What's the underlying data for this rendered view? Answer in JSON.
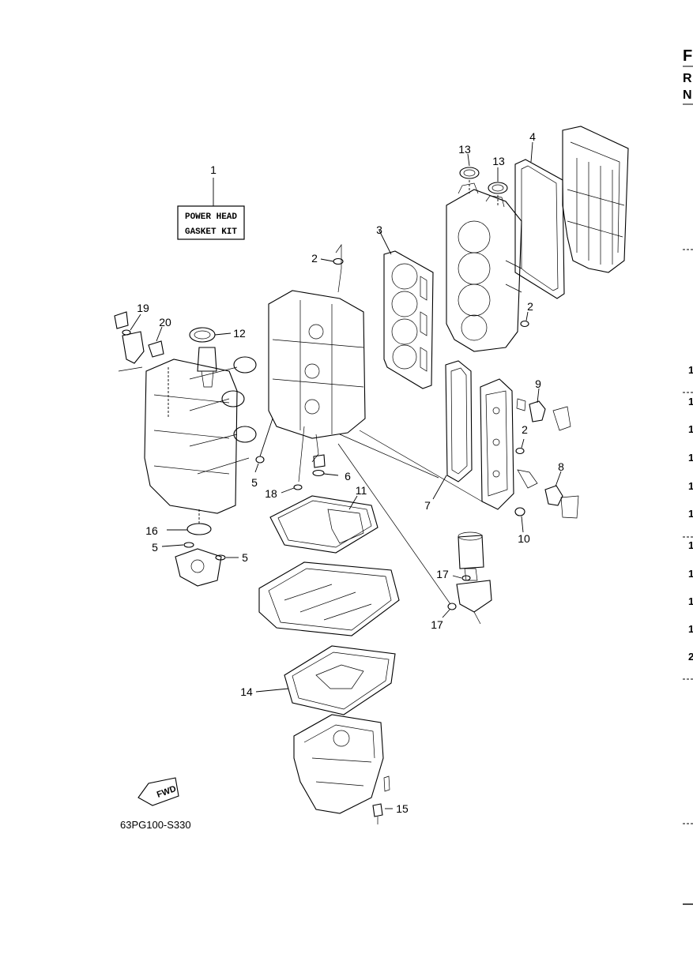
{
  "kit_box": {
    "line1": "POWER HEAD",
    "line2": "GASKET KIT"
  },
  "diagram_code": "63PG100-S330",
  "fwd_label": "FWD",
  "edge_text": [
    "F",
    "R",
    "N"
  ],
  "edge_numbers": [
    "1",
    "1",
    "1",
    "1",
    "1",
    "1",
    "1",
    "1",
    "1",
    "1",
    "2"
  ],
  "callouts": [
    {
      "id": "c1",
      "label": "1"
    },
    {
      "id": "c2a",
      "label": "2"
    },
    {
      "id": "c2b",
      "label": "2"
    },
    {
      "id": "c2c",
      "label": "2"
    },
    {
      "id": "c3",
      "label": "3"
    },
    {
      "id": "c4",
      "label": "4"
    },
    {
      "id": "c5a",
      "label": "5"
    },
    {
      "id": "c5b",
      "label": "5"
    },
    {
      "id": "c5c",
      "label": "5"
    },
    {
      "id": "c6",
      "label": "6"
    },
    {
      "id": "c7",
      "label": "7"
    },
    {
      "id": "c8",
      "label": "8"
    },
    {
      "id": "c9",
      "label": "9"
    },
    {
      "id": "c10",
      "label": "10"
    },
    {
      "id": "c11",
      "label": "11"
    },
    {
      "id": "c12",
      "label": "12"
    },
    {
      "id": "c13a",
      "label": "13"
    },
    {
      "id": "c13b",
      "label": "13"
    },
    {
      "id": "c14",
      "label": "14"
    },
    {
      "id": "c15",
      "label": "15"
    },
    {
      "id": "c16",
      "label": "16"
    },
    {
      "id": "c17a",
      "label": "17"
    },
    {
      "id": "c17b",
      "label": "17"
    },
    {
      "id": "c18",
      "label": "18"
    },
    {
      "id": "c19",
      "label": "19"
    },
    {
      "id": "c20",
      "label": "20"
    }
  ]
}
